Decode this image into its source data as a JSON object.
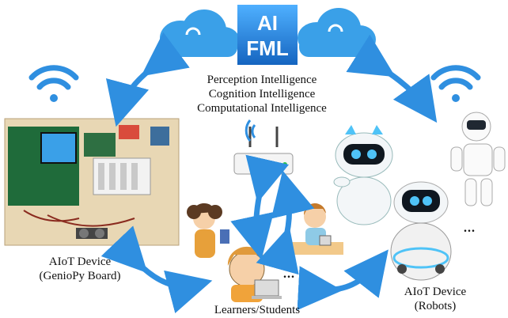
{
  "logo": {
    "line1": "AI",
    "line2": "FML",
    "color": "#1e7fd6"
  },
  "intelligence": [
    "Perception Intelligence",
    "Cognition Intelligence",
    "Computational Intelligence"
  ],
  "left_device": {
    "line1": "AIoT Device",
    "line2": "(GenioPy Board)"
  },
  "right_device": {
    "line1": "AIoT Device",
    "line2": "(Robots)"
  },
  "learners": {
    "label": "Learners/Students"
  },
  "ellipsis": "...",
  "colors": {
    "arrow": "#2f8fe0",
    "cloud": "#3aa0e8",
    "wifi": "#2f8fe0"
  }
}
